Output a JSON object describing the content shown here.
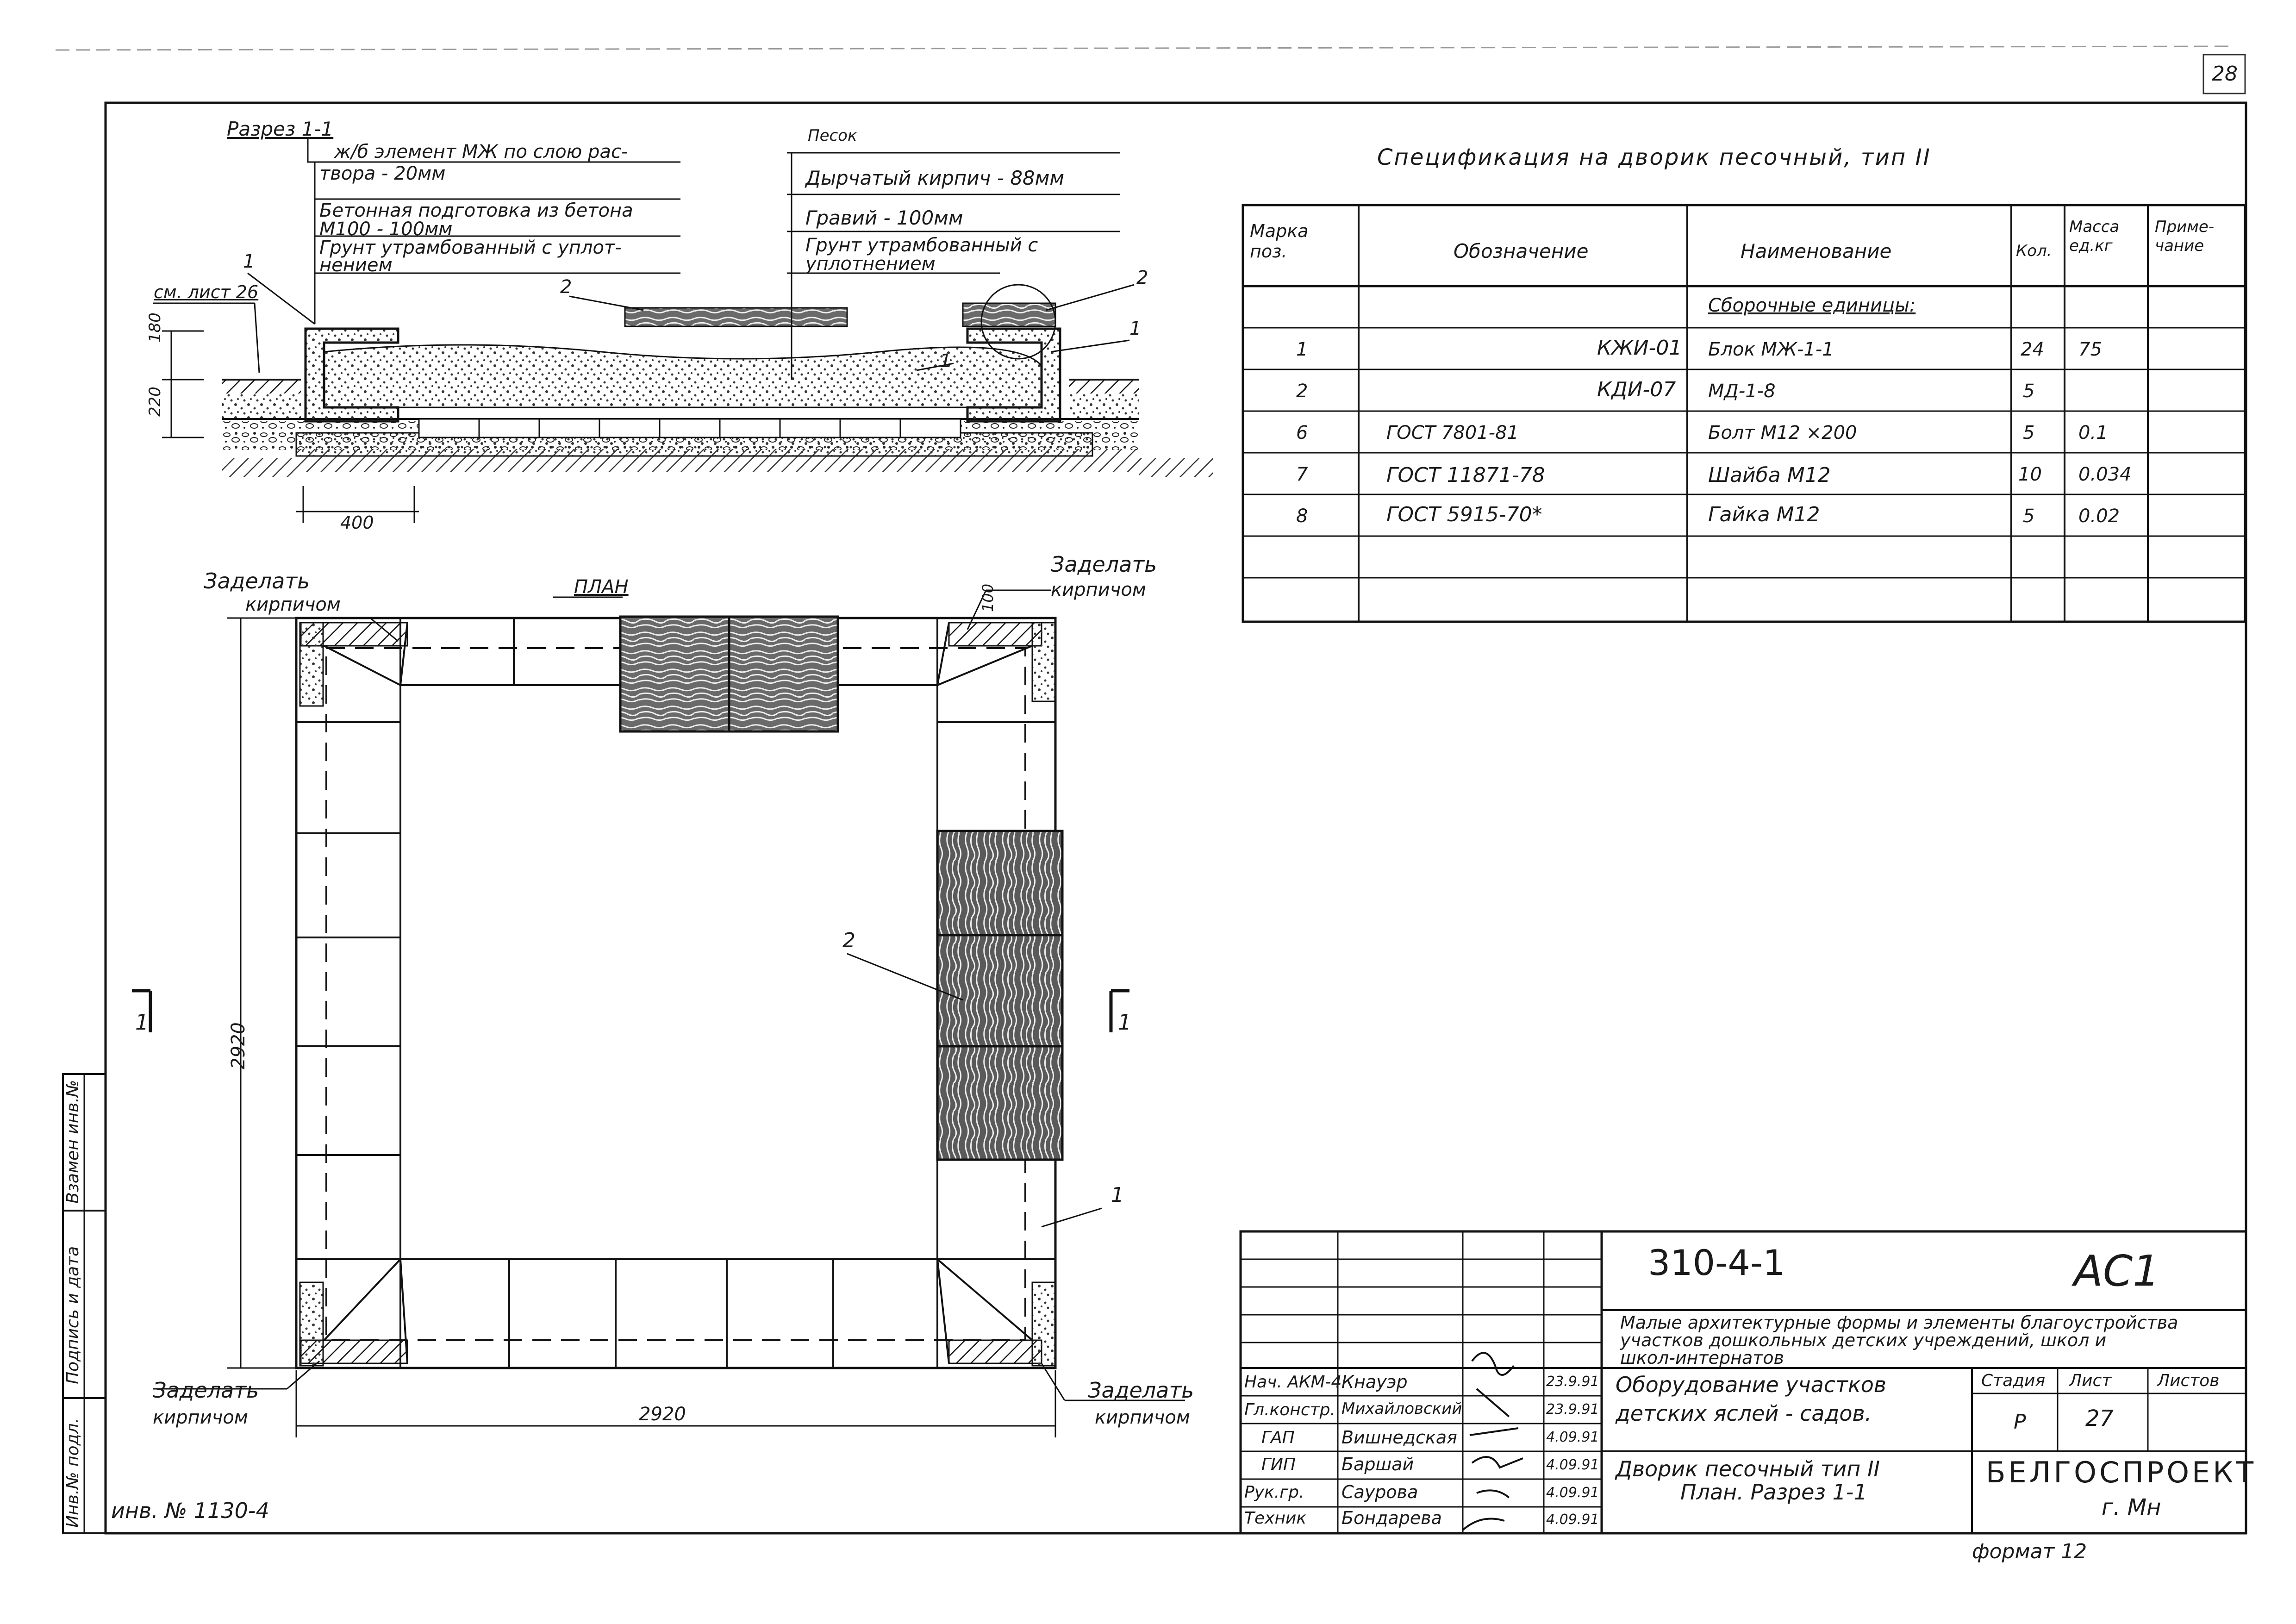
{
  "sheet_no": "28",
  "section": {
    "title": "Разрез 1-1",
    "left_notes": [
      "ж/б элемент МЖ по слою рас-",
      "твора - 20мм",
      "Бетонная подготовка из бетона",
      "М100  -  100мм",
      "Грунт утрамбованный с уплот-",
      "нением"
    ],
    "right_notes": [
      "Песок",
      "Дырчатый кирпич - 88мм",
      "Гравий  -    100мм",
      "Грунт утрамбованный с",
      "уплотнением"
    ],
    "ref": "см. лист 26",
    "dims": [
      "180",
      "220",
      "400"
    ],
    "callouts": [
      "1",
      "2",
      "1",
      "2",
      "1"
    ]
  },
  "plan": {
    "title": "ПЛАН",
    "fill_label": "Заделать кирпичом",
    "fill_label_line1": "Заделать",
    "fill_label_line2": "кирпичом",
    "dim_width": "2920",
    "dim_height": "2920",
    "dim_corner": "100",
    "callout_bench": "2",
    "callout_wall": "1",
    "cut_mark_left": "1",
    "cut_mark_right": "1"
  },
  "spec": {
    "title": "Спецификация на дворик песочный, тип II",
    "columns": [
      "Марка поз.",
      "Обозначение",
      "Наименование",
      "Кол.",
      "Масса ед.кг",
      "Приме-чание"
    ],
    "group": "Сборочные единицы:",
    "rows": [
      {
        "pos": "1",
        "designation": "КЖИ-01",
        "name": "Блок МЖ-1-1",
        "qty": "24",
        "mass": "75",
        "note": ""
      },
      {
        "pos": "2",
        "designation": "КДИ-07",
        "name": "МД-1-8",
        "qty": "5",
        "mass": "",
        "note": ""
      },
      {
        "pos": "6",
        "designation": "ГОСТ 7801-81",
        "name": "Болт М12 ×200",
        "qty": "5",
        "mass": "0.1",
        "note": ""
      },
      {
        "pos": "7",
        "designation": "ГОСТ 11871-78",
        "name": "Шайба М12",
        "qty": "10",
        "mass": "0.034",
        "note": ""
      },
      {
        "pos": "8",
        "designation": "ГОСТ 5915-70*",
        "name": "Гайка М12",
        "qty": "5",
        "mass": "0.02",
        "note": ""
      }
    ]
  },
  "titleblock": {
    "code": "310-4-1",
    "mark": "АС1",
    "project_desc": "Малые архитектурные формы и элементы благоустройства участков дошкольных детских учреждений, школ и школ-интернатов",
    "project_desc_lines": [
      "Малые архитектурные формы и элементы благоустройства",
      "участков дошкольных детских учреждений, школ и",
      "школ-интернатов"
    ],
    "object_line1": "Оборудование участков",
    "object_line2": "детских яслей - садов.",
    "sheet_title_line1": "Дворик песочный тип II",
    "sheet_title_line2": "План. Разрез 1-1",
    "stage_label": "Стадия",
    "sheet_label": "Лист",
    "sheets_label": "Листов",
    "stage": "Р",
    "sheet": "27",
    "org": "БЕЛГОСПРОЕКТ",
    "city": "г. Мн",
    "staff": [
      {
        "role": "Нач. АКМ-4",
        "name": "Кнауэр",
        "date": "23.9.91"
      },
      {
        "role": "Гл.констр.",
        "name": "Михайловский",
        "date": "23.9.91"
      },
      {
        "role": "ГАП",
        "name": "Вишнедская",
        "date": "4.09.91"
      },
      {
        "role": "ГИП",
        "name": "Баршай",
        "date": "4.09.91"
      },
      {
        "role": "Рук.гр.",
        "name": "Саурова",
        "date": "4.09.91"
      },
      {
        "role": "Техник",
        "name": "Бондарева",
        "date": "4.09.91"
      }
    ]
  },
  "sidebar": {
    "labels": [
      "Взамен инв.№",
      "Подпись и дата",
      "Инв.№ подл."
    ],
    "inv_no": "инв. № 1130-4"
  },
  "format": "формат 12"
}
